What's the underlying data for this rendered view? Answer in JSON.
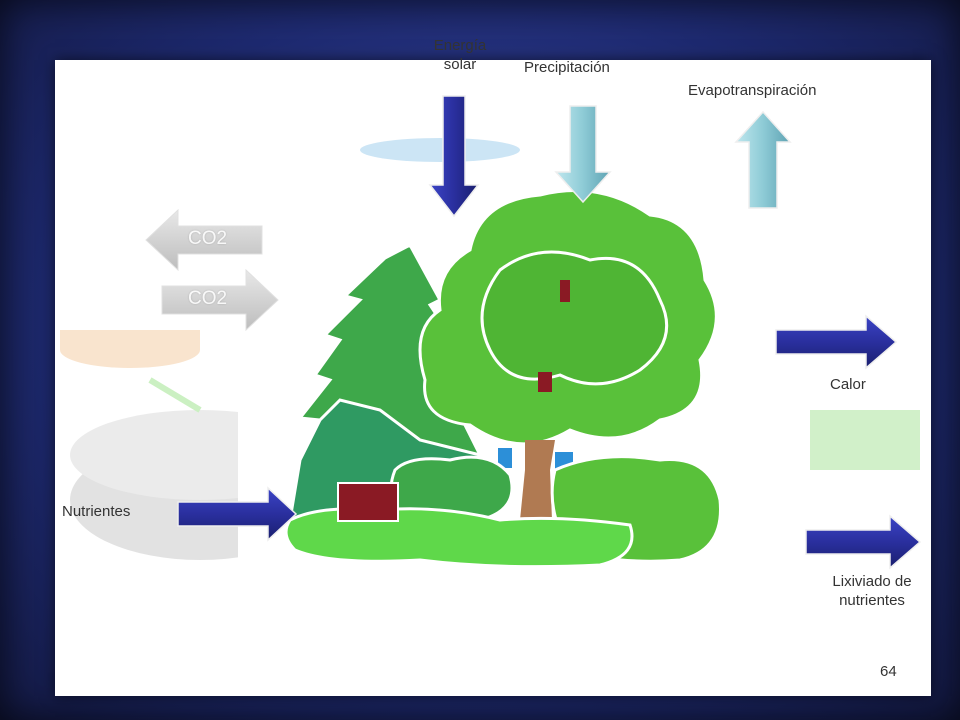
{
  "labels": {
    "solar_energy": "Energía\nsolar",
    "precipitation": "Precipitación",
    "evapotranspiration": "Evapotranspiración",
    "co2_out": "CO2",
    "co2_in": "CO2",
    "heat": "Calor",
    "nutrients": "Nutrientes",
    "nutrient_leaching": "Lixiviado de\nnutrientes"
  },
  "page_number": "64",
  "colors": {
    "frame": "#1e2a70",
    "arrow_dark": "#2a2f9e",
    "arrow_light": "#8ecbd6",
    "tree_light": "#59c13a",
    "tree_mid": "#3ea84a",
    "tree_dark": "#2f9a62",
    "trunk": "#b07a52",
    "water": "#2c8fd8",
    "stump": "#8a1a24"
  }
}
